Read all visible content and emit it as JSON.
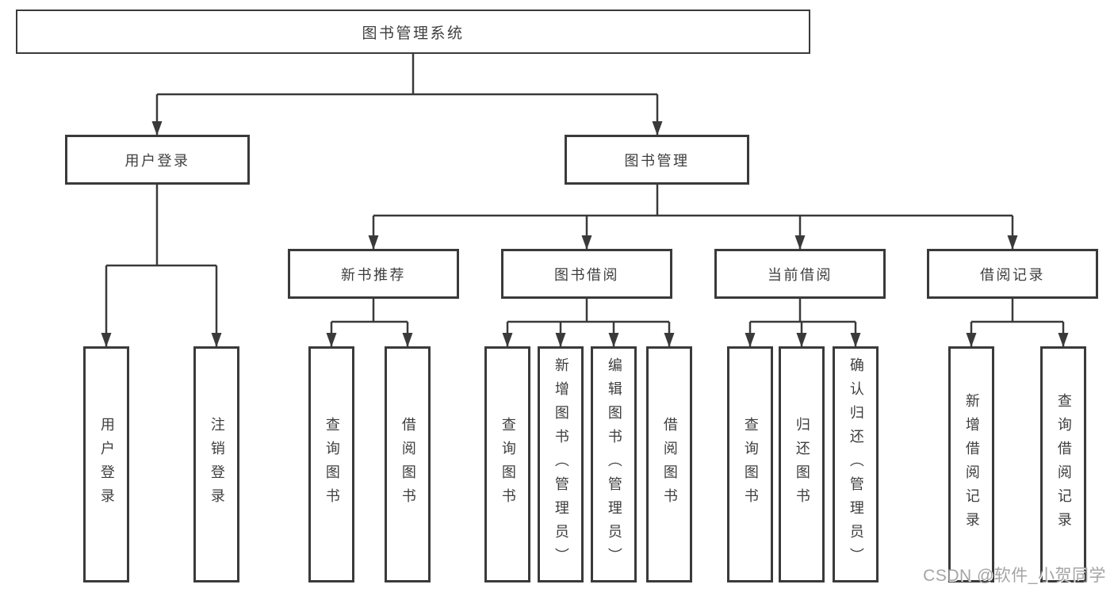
{
  "tree": {
    "label": "图书管理系统",
    "children": [
      {
        "label": "用户登录",
        "children": [
          {
            "label": "用户登录"
          },
          {
            "label": "注销登录"
          }
        ]
      },
      {
        "label": "图书管理",
        "children": [
          {
            "label": "新书推荐",
            "children": [
              {
                "label": "查询图书"
              },
              {
                "label": "借阅图书"
              }
            ]
          },
          {
            "label": "图书借阅",
            "children": [
              {
                "label": "查询图书"
              },
              {
                "label": "新增图书（管理员）"
              },
              {
                "label": "编辑图书（管理员）"
              },
              {
                "label": "借阅图书"
              }
            ]
          },
          {
            "label": "当前借阅",
            "children": [
              {
                "label": "查询图书"
              },
              {
                "label": "归还图书"
              },
              {
                "label": "确认归还（管理员）"
              }
            ]
          },
          {
            "label": "借阅记录",
            "children": [
              {
                "label": "新增借阅记录"
              },
              {
                "label": "查询借阅记录"
              }
            ]
          }
        ]
      }
    ]
  },
  "watermark": {
    "text": "CSDN @软件_小贺同学"
  },
  "colors": {
    "line": "#3a3a3a",
    "text": "#3e3e3e",
    "background": "#ffffff",
    "watermark": "#949494"
  }
}
